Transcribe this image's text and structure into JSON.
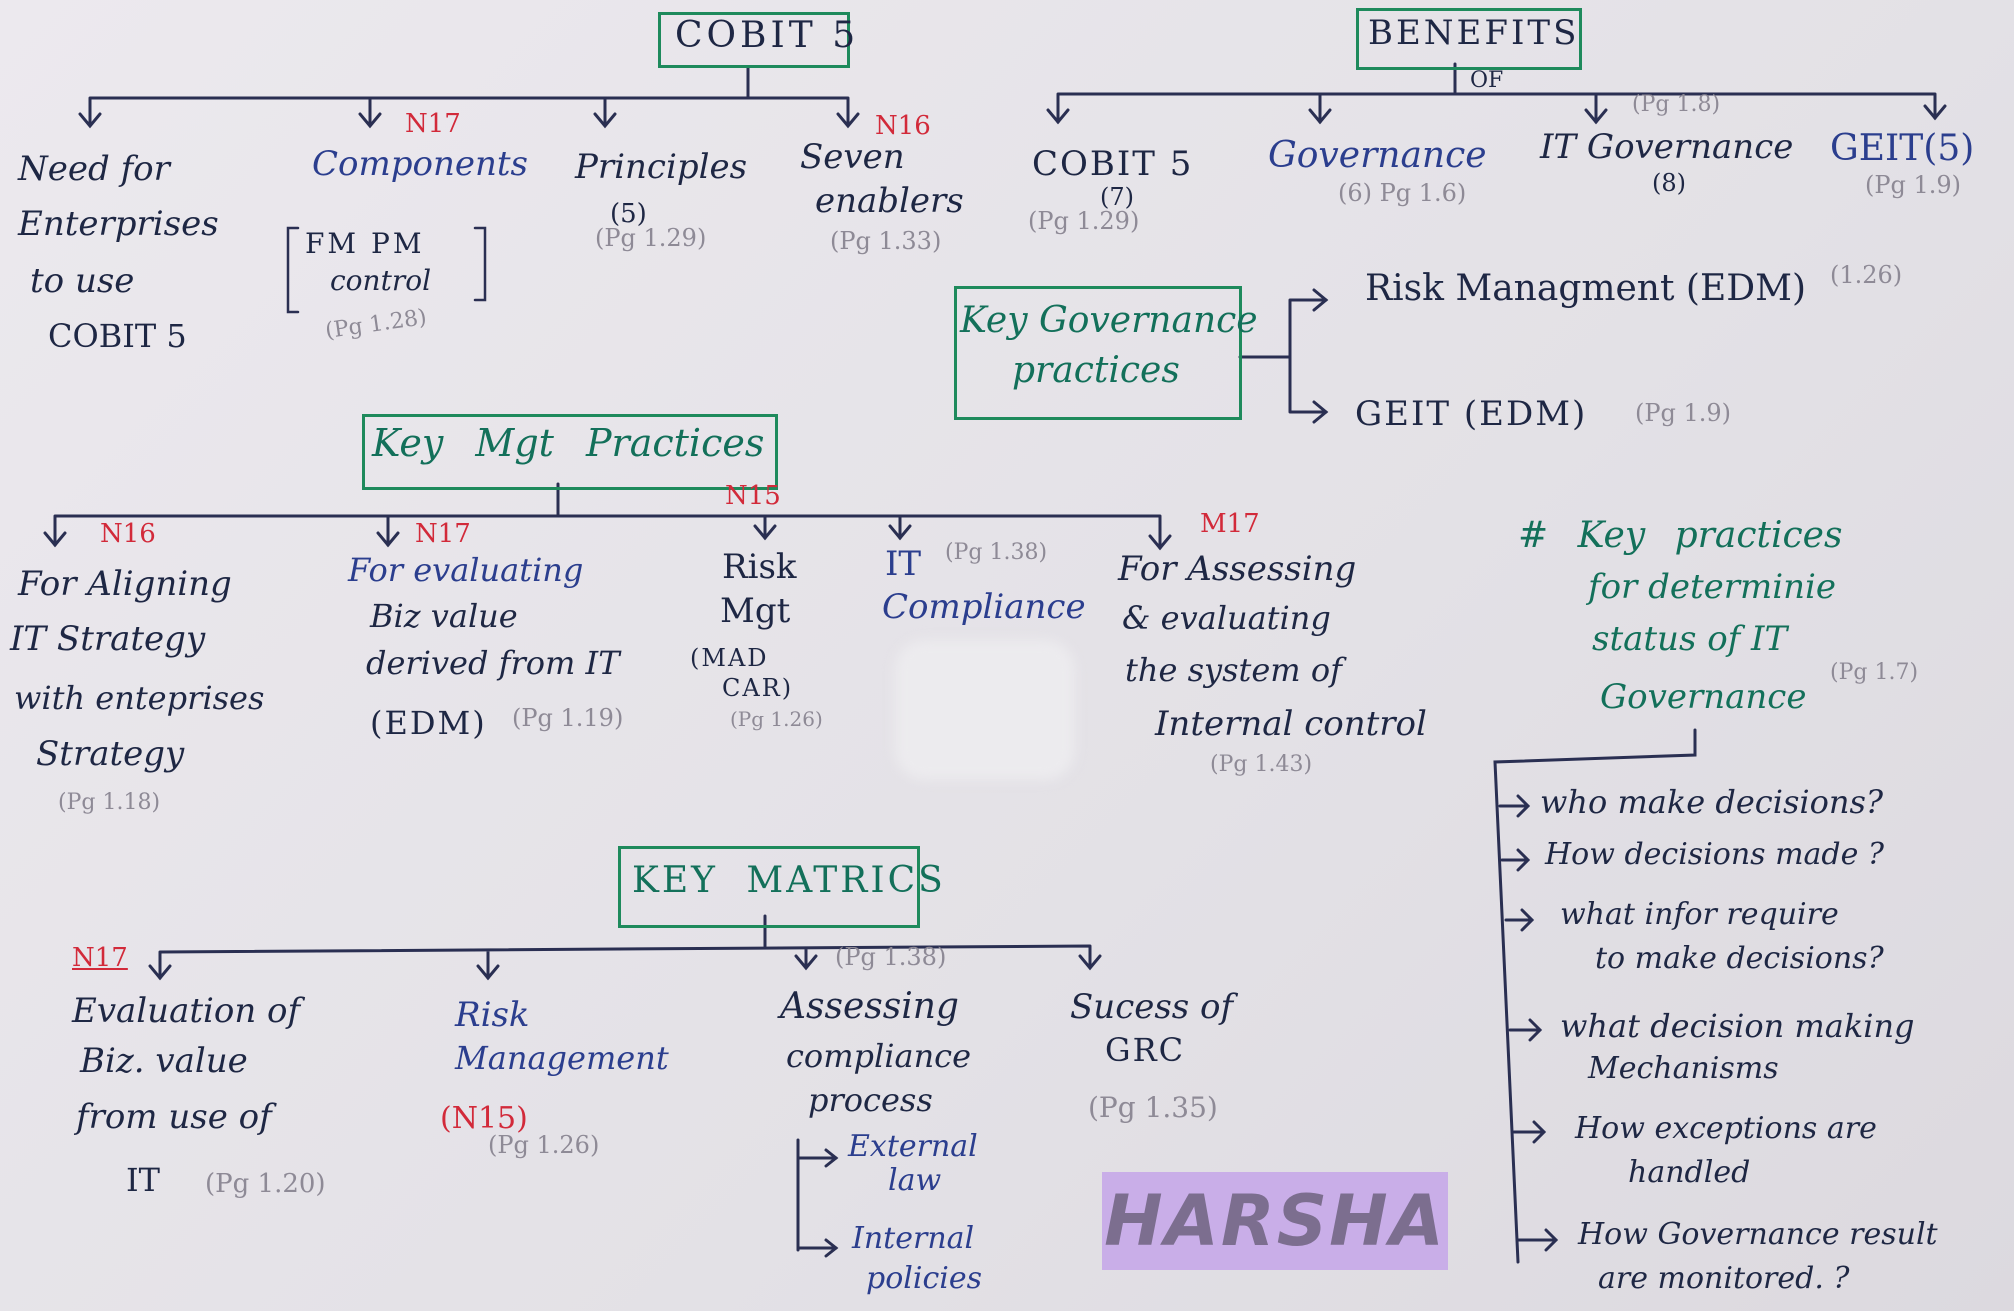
{
  "cobit": {
    "title": "COBIT 5",
    "need": [
      "Need for",
      "Enterprises",
      "to use",
      "COBIT 5"
    ],
    "components": {
      "tag": "N17",
      "label": "Components",
      "bracket_1": "FM PM",
      "bracket_2": "control",
      "ref": "(Pg 1.28)"
    },
    "principles": {
      "label": "Principles",
      "count": "(5)",
      "ref": "(Pg 1.29)"
    },
    "enablers": {
      "tag": "N16",
      "label_1": "Seven",
      "label_2": "enablers",
      "ref": "(Pg 1.33)"
    }
  },
  "benefits": {
    "title": "BENEFITS",
    "of": "OF",
    "cobit5": {
      "label": "COBIT 5",
      "count": "(7)",
      "ref": "(Pg 1.29)"
    },
    "governance": {
      "label": "Governance",
      "count_ref": "(6) Pg 1.6)"
    },
    "it_governance": {
      "ref": "(Pg 1.8)",
      "label": "IT Governance",
      "count": "(8)"
    },
    "geit": {
      "label": "GEIT(5)",
      "ref": "(Pg 1.9)"
    }
  },
  "key_governance": {
    "title_1": "Key Governance",
    "title_2": "practices",
    "risk": {
      "label": "Risk Managment (EDM)",
      "ref": "(1.26)"
    },
    "geit": {
      "label": "GEIT (EDM)",
      "ref": "(Pg 1.9)"
    }
  },
  "key_mgt": {
    "title": "Key Mgt Practices",
    "tag_n15": "N15",
    "aligning": {
      "tag": "N16",
      "lines": [
        "For Aligning",
        "IT Strategy",
        "with enteprises",
        "Strategy"
      ],
      "ref": "(Pg 1.18)"
    },
    "evaluating": {
      "tag": "N17",
      "lines": [
        "For evaluating",
        "Biz value",
        "derived from IT",
        "(EDM)"
      ],
      "ref": "(Pg 1.19)"
    },
    "risk": {
      "lines": [
        "Risk",
        "Mgt"
      ],
      "sub_1": "(MAD",
      "sub_2": "CAR)",
      "ref": "(Pg 1.26)"
    },
    "it_compliance": {
      "label_1": "IT",
      "ref": "(Pg 1.38)",
      "label_2": "Compliance"
    },
    "assessing": {
      "tag": "M17",
      "lines": [
        "For Assessing",
        "& evaluating",
        "the system of",
        "Internal control"
      ],
      "ref": "(Pg 1.43)"
    }
  },
  "key_practices": {
    "title": [
      "# Key practices",
      "for determinie",
      "status of IT",
      "Governance"
    ],
    "ref": "(Pg 1.7)",
    "items": [
      [
        "who make decisions?"
      ],
      [
        "How decisions made ?"
      ],
      [
        "what infor require",
        "to make decisions?"
      ],
      [
        "what decision making",
        "Mechanisms"
      ],
      [
        "How exceptions are",
        "handled"
      ],
      [
        "How Governance result",
        "are monitored. ?"
      ]
    ]
  },
  "key_matrics": {
    "title": "KEY MATRICS",
    "ref_top": "(Pg 1.38)",
    "evaluation": {
      "tag": "N17",
      "lines": [
        "Evaluation of",
        "Biz. value",
        "from use of",
        "IT"
      ],
      "ref": "(Pg 1.20)"
    },
    "risk": {
      "lines": [
        "Risk",
        "Management"
      ],
      "tag": "(N15)",
      "ref": "(Pg 1.26)"
    },
    "assessing": {
      "lines": [
        "Assessing",
        "compliance",
        "process"
      ],
      "ext_1": "External",
      "ext_2": "law",
      "int_1": "Internal",
      "int_2": "policies"
    },
    "success": {
      "lines": [
        "Sucess of",
        "GRC"
      ],
      "ref": "(Pg 1.35)"
    }
  },
  "watermark": "HARSHA"
}
